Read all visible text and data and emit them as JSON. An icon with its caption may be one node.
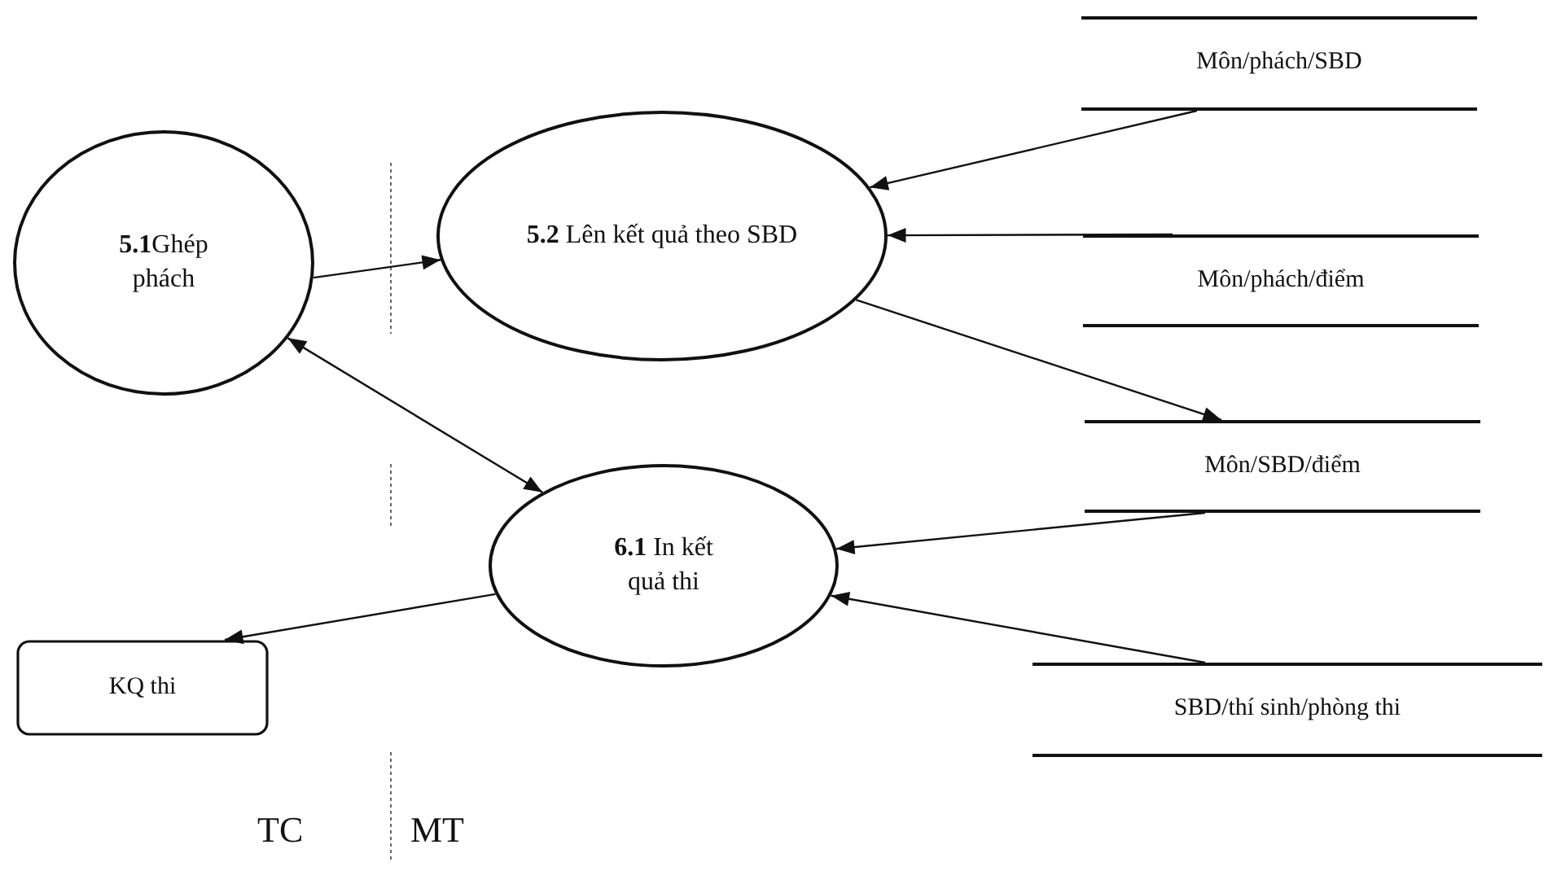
{
  "diagram": {
    "nodes": [
      {
        "text": [
          "**5.1**Ghép phách"
        ]
      },
      {
        "text": [
          "**5.2** Lên kết quả theo SBD"
        ]
      },
      {
        "text": [
          "**6.1** In kết quả thi"
        ]
      },
      {
        "text": [
          "KQ thi"
        ]
      },
      {
        "text": [
          "Môn/phách/SBD"
        ]
      },
      {
        "text": [
          "Môn/phách/điểm"
        ]
      },
      {
        "text": [
          "Môn/SBD/điểm"
        ]
      },
      {
        "text": [
          "SBD/thí sinh/phòng thi"
        ]
      }
    ],
    "edges": [
      {
        "from": 0,
        "to": 1,
        "arrow": "to"
      },
      {
        "from": 4,
        "to": 1,
        "arrow": "to"
      },
      {
        "from": 5,
        "to": 1,
        "arrow": "to"
      },
      {
        "from": 1,
        "to": 6,
        "arrow": "to"
      },
      {
        "from": 0,
        "to": 2,
        "arrow": "both"
      },
      {
        "from": 6,
        "to": 2,
        "arrow": "to"
      },
      {
        "from": 7,
        "to": 2,
        "arrow": "to"
      },
      {
        "from": 2,
        "to": 3,
        "arrow": "to"
      }
    ],
    "labels": [
      "TC",
      "MT"
    ]
  }
}
